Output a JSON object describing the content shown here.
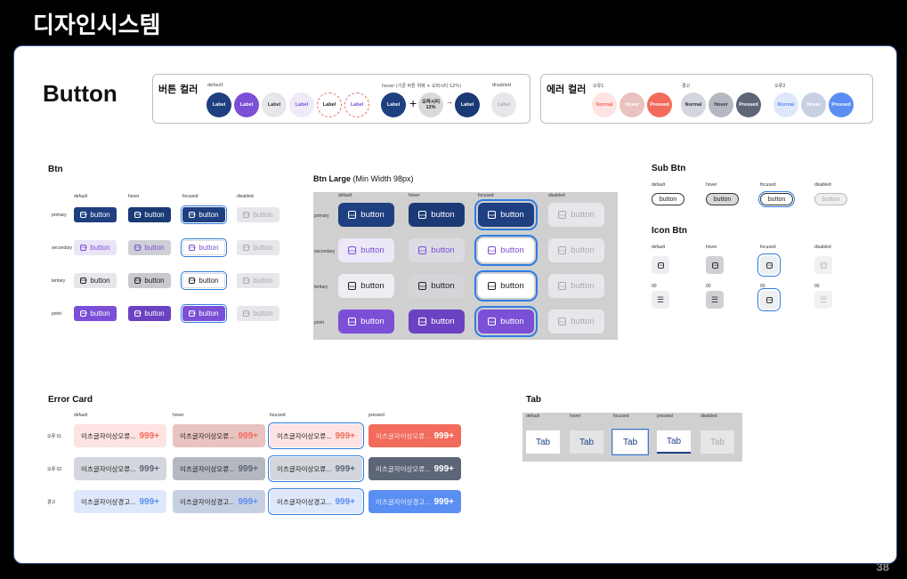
{
  "slide": {
    "title": "디자인시스템",
    "page_number": "38"
  },
  "button_header": "Button",
  "button_color": {
    "title": "버튼 컬러",
    "default_label": "default",
    "hover_label": "hover (기준 버튼 위에 + 오퍼시티 12%)",
    "disabled_label": "disabled",
    "circle_label": "Label",
    "plus": "+",
    "arrow": "→",
    "opacity_label": "오파시티 12%",
    "colors": {
      "primary": "#1e3f80",
      "point": "#7b4fd6",
      "tertiary_bg": "#e6e7ea",
      "disabled_bg": "#e6e7ea"
    }
  },
  "error_color": {
    "title": "에러 컬러",
    "groups": [
      {
        "label": "오류1",
        "circles": [
          "Normal",
          "Hover",
          "Pressed"
        ],
        "colors": [
          "#fde3e1",
          "#e8c3c0",
          "#f26b5b"
        ],
        "text": [
          "#f26b5b",
          "#ffffff",
          "#ffffff"
        ]
      },
      {
        "label": "경고",
        "circles": [
          "Normal",
          "Hover",
          "Pressed"
        ],
        "colors": [
          "#d3d6dc",
          "#b3b8c1",
          "#5d6677"
        ],
        "text": [
          "#333333",
          "#333333",
          "#ffffff"
        ]
      },
      {
        "label": "오류2",
        "circles": [
          "Normal",
          "Hover",
          "Pressed"
        ],
        "colors": [
          "#dfe8fb",
          "#c7d0e3",
          "#5b8ef2"
        ],
        "text": [
          "#5b8ef2",
          "#ffffff",
          "#ffffff"
        ]
      }
    ]
  },
  "btn": {
    "title": "Btn",
    "states": [
      "default",
      "hover",
      "focused",
      "disabled"
    ],
    "rows": [
      "primary",
      "secondary",
      "tertiary",
      "point"
    ],
    "label": "button",
    "icon": "Icon"
  },
  "btn_large": {
    "title": "Btn Large",
    "subtitle": " (Min Width 98px)",
    "states": [
      "default",
      "hover",
      "focused",
      "disabled"
    ],
    "rows": [
      "primary",
      "secondary",
      "tertiary",
      "point"
    ],
    "label": "button",
    "icon": "Icon"
  },
  "sub_btn": {
    "title": "Sub Btn",
    "states": [
      "default",
      "hover",
      "focused",
      "disabled"
    ],
    "label": "button"
  },
  "icon_btn": {
    "title": "Icon Btn",
    "states": [
      "default",
      "hover",
      "focused",
      "disabled"
    ],
    "row2": [
      "00",
      "00",
      "00",
      "00"
    ],
    "icon": "Icon"
  },
  "error_card": {
    "title": "Error Card",
    "states": [
      "default",
      "hover",
      "foucsed",
      "pressed"
    ],
    "rows": [
      {
        "label": "오류 01",
        "text": "이츠글자이상오류...",
        "count": "999+"
      },
      {
        "label": "오류 02",
        "text": "이츠글자이상오류...",
        "count": "999+"
      },
      {
        "label": "경고",
        "text": "이츠글자이상경고...",
        "count": "999+"
      }
    ]
  },
  "tab": {
    "title": "Tab",
    "states": [
      "default",
      "hover",
      "focused",
      "pressed",
      "disabled"
    ],
    "label": "Tab"
  }
}
